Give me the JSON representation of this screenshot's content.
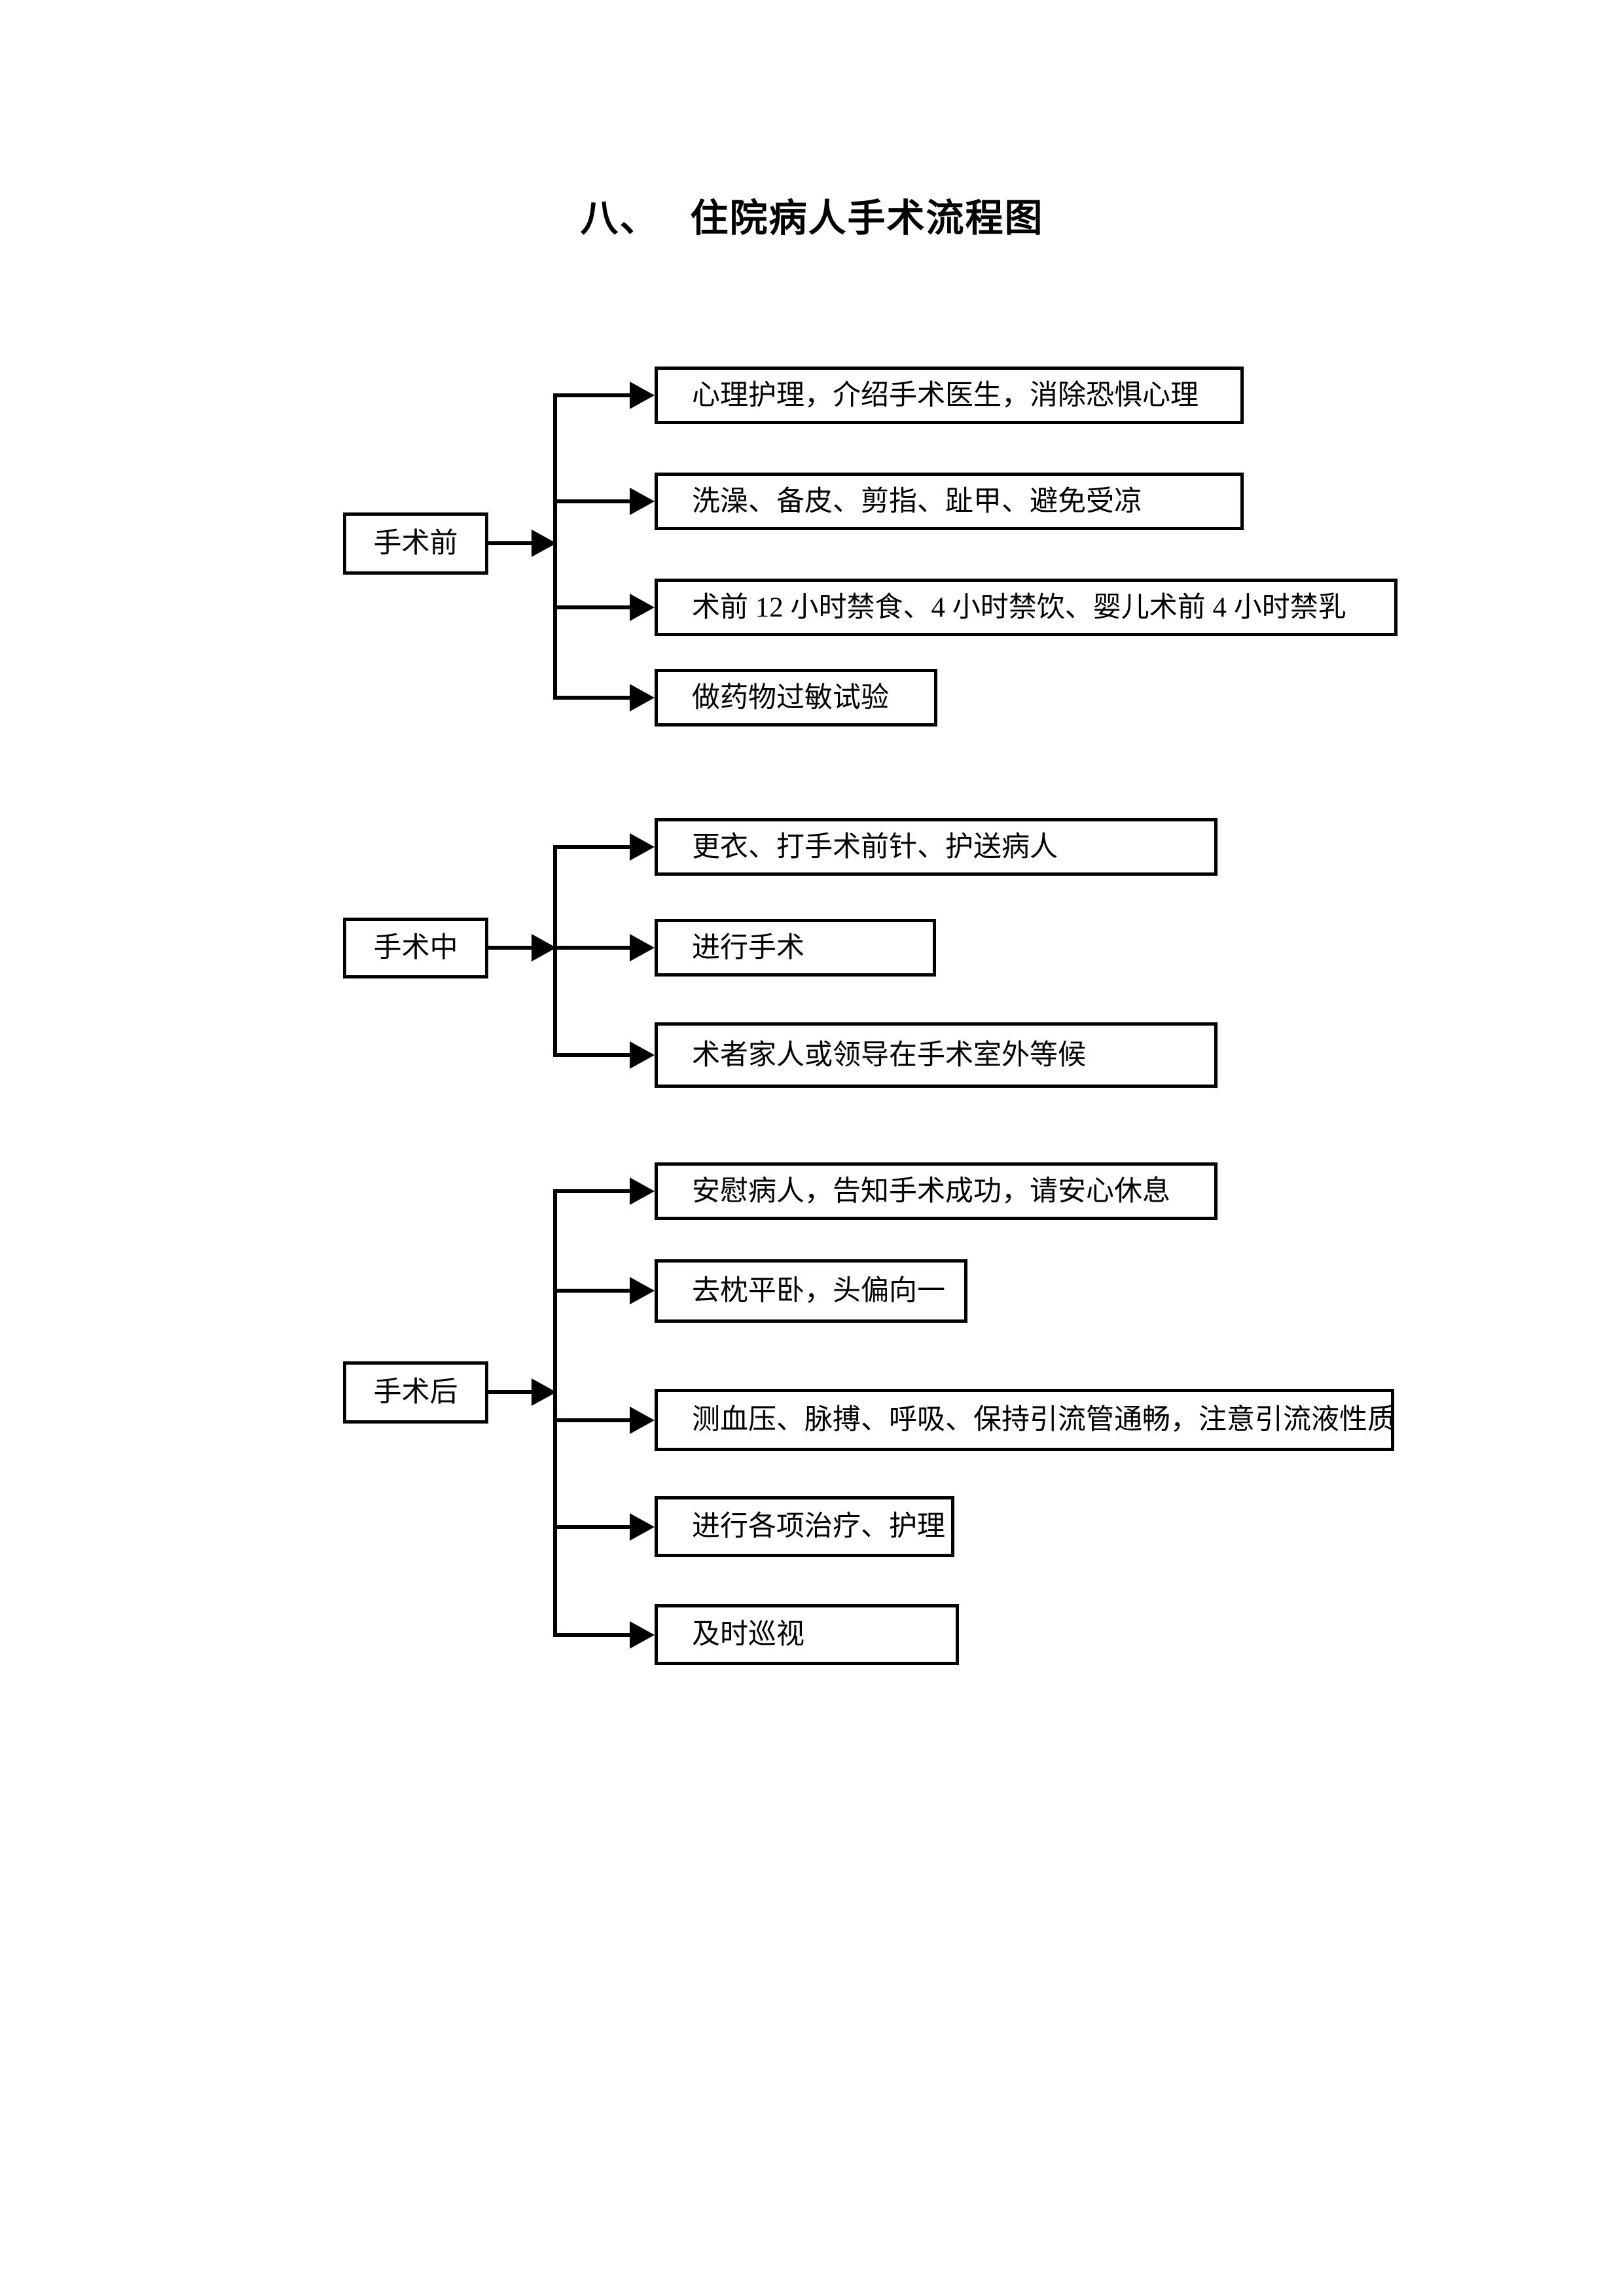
{
  "title": {
    "prefix": "八、",
    "text": "住院病人手术流程图"
  },
  "colors": {
    "background": "#ffffff",
    "line": "#000000",
    "border": "#000000",
    "text": "#000000"
  },
  "sections": [
    {
      "phase": "手术前",
      "steps": [
        "心理护理，介绍手术医生，消除恐惧心理",
        "洗澡、备皮、剪指、趾甲、避免受凉",
        "术前 12 小时禁食、4 小时禁饮、婴儿术前 4 小时禁乳",
        "做药物过敏试验"
      ]
    },
    {
      "phase": "手术中",
      "steps": [
        "更衣、打手术前针、护送病人",
        "进行手术",
        "术者家人或领导在手术室外等候"
      ]
    },
    {
      "phase": "手术后",
      "steps": [
        "安慰病人，告知手术成功，请安心休息",
        "去枕平卧，头偏向一",
        "测血压、脉搏、呼吸、保持引流管通畅，注意引流液性质",
        "进行各项治疗、护理",
        "及时巡视"
      ]
    }
  ]
}
